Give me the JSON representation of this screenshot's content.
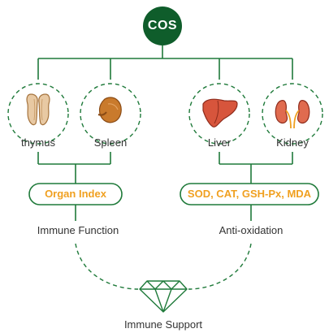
{
  "root": {
    "label": "COS"
  },
  "organs": [
    {
      "label": "thymus",
      "icon": "thymus-icon"
    },
    {
      "label": "Spleen",
      "icon": "spleen-icon"
    },
    {
      "label": "Liver",
      "icon": "liver-icon"
    },
    {
      "label": "Kidney",
      "icon": "kidney-icon"
    }
  ],
  "pills": {
    "left": "Organ Index",
    "right": "SOD, CAT, GSH-Px, MDA"
  },
  "functions": {
    "left": "Immune Function",
    "right": "Anti-oxidation"
  },
  "outcome": {
    "label": "Immune Support",
    "icon": "diamond-icon"
  },
  "colors": {
    "green": "#1f7a3a",
    "dark_green": "#0f5d2b",
    "orange": "#f0a020",
    "organ_tan": "#e8c9a3",
    "organ_brown": "#b36a21",
    "organ_red": "#d7553c"
  }
}
